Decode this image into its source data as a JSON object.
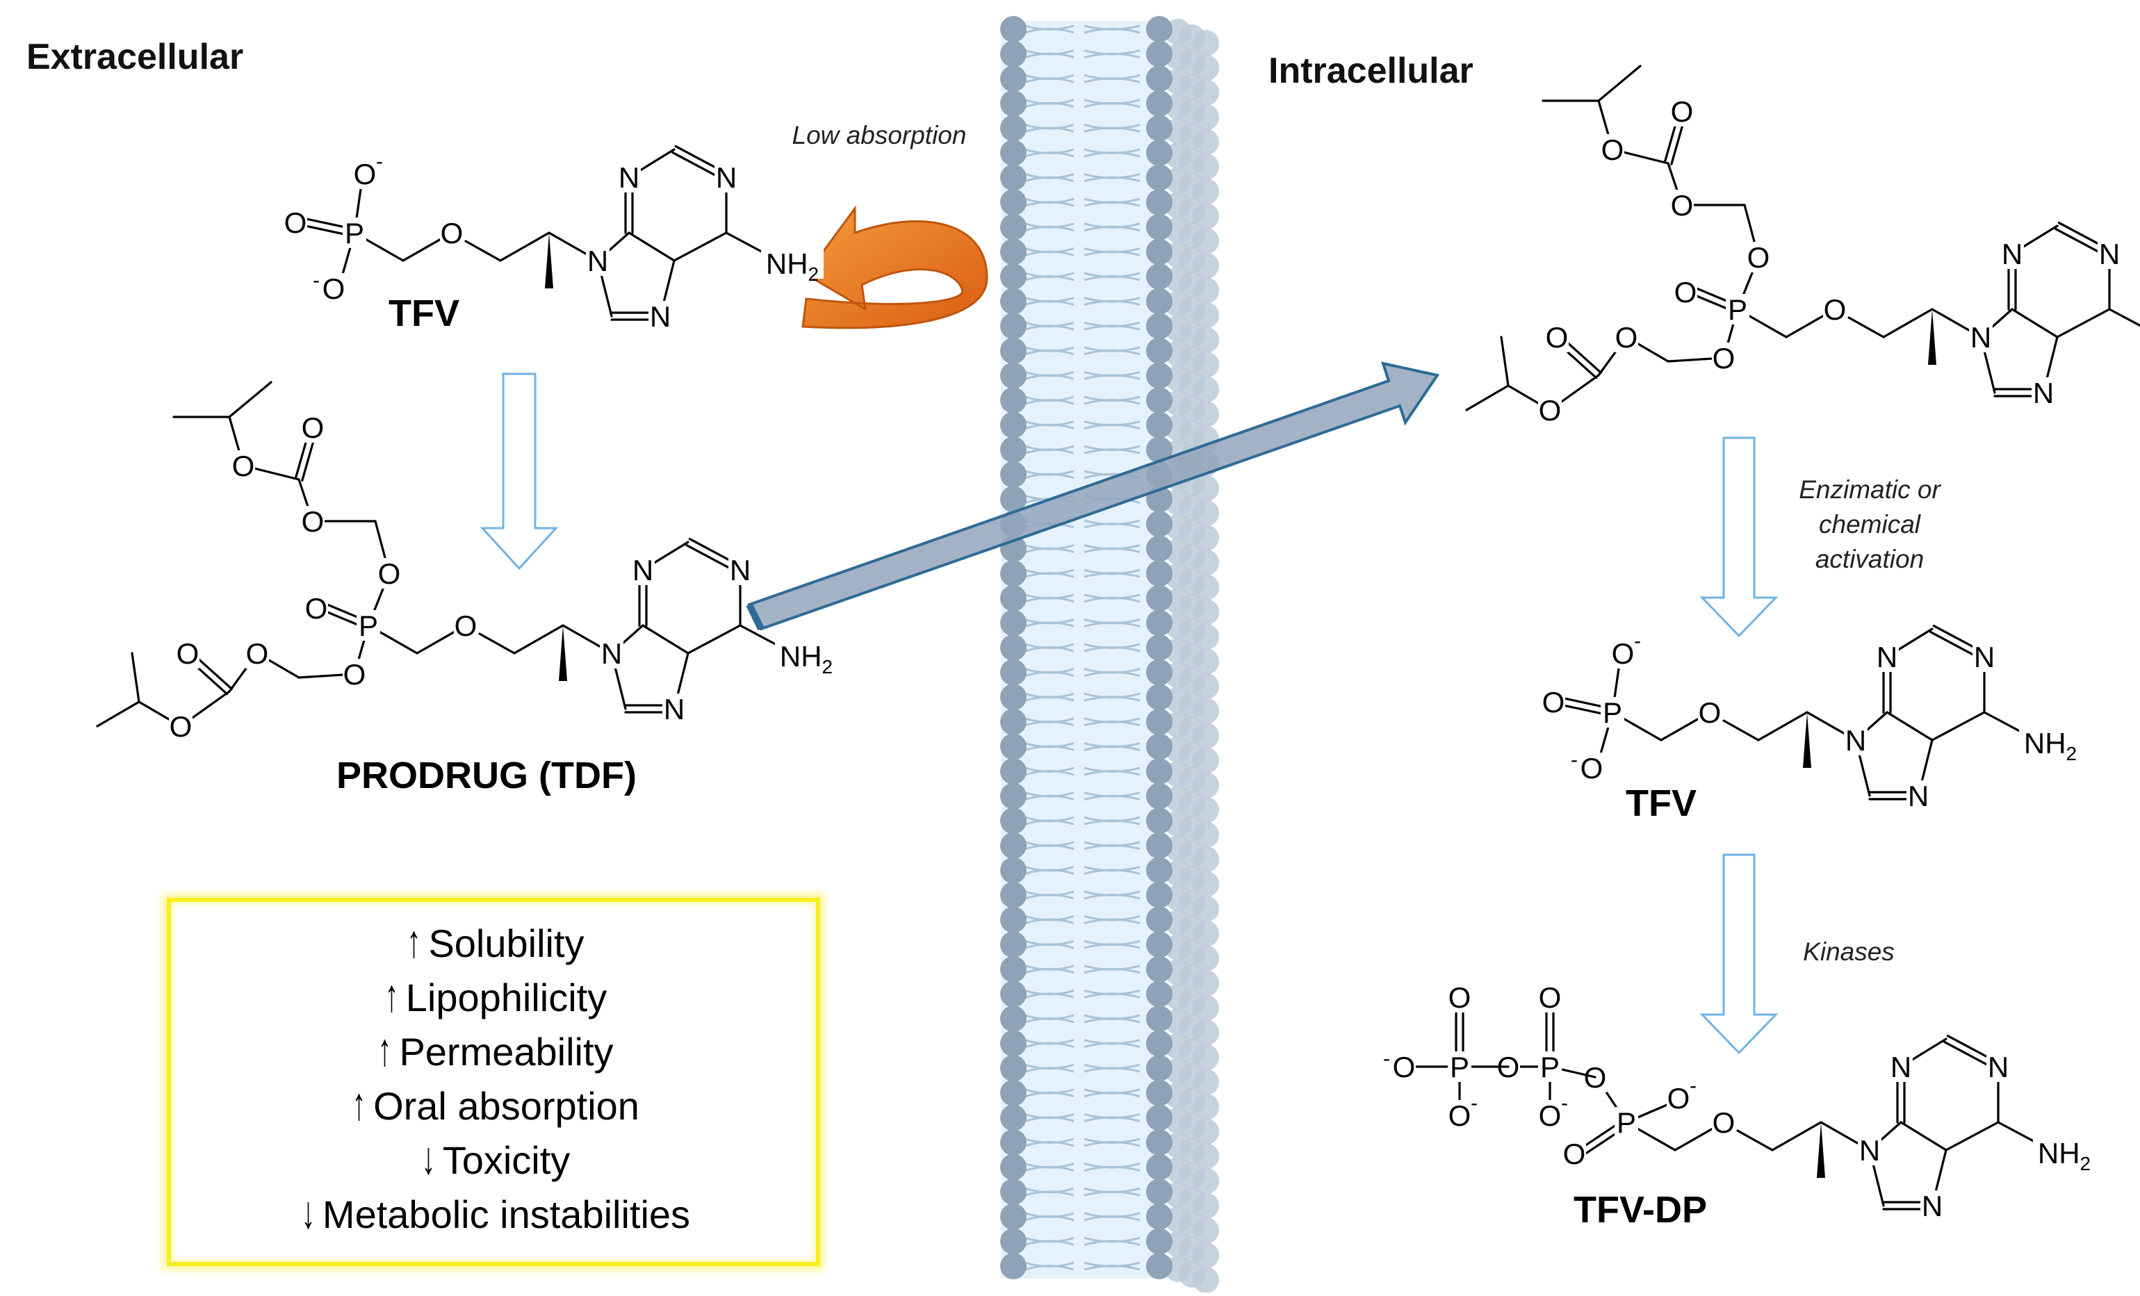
{
  "regions": {
    "extracellular": "Extracellular",
    "intracellular": "Intracellular"
  },
  "molecules": {
    "tfv_top": "TFV",
    "prodrug": "PRODRUG (TDF)",
    "tfv_intra": "TFV",
    "tfv_dp": "TFV-DP"
  },
  "annotations": {
    "low_absorption": "Low absorption",
    "activation": [
      "Enzimatic or",
      "chemical",
      "activation"
    ],
    "kinases": "Kinases"
  },
  "atoms": {
    "N": "N",
    "O": "O",
    "P": "P",
    "NH": "NH",
    "sub2": "2",
    "Ominus": "O",
    "minus": "-"
  },
  "benefits": [
    {
      "dir": "up",
      "arrow": "↑",
      "text": "Solubility"
    },
    {
      "dir": "up",
      "arrow": "↑",
      "text": "Lipophilicity"
    },
    {
      "dir": "up",
      "arrow": "↑",
      "text": "Permeability"
    },
    {
      "dir": "up",
      "arrow": "↑",
      "text": "Oral absorption"
    },
    {
      "dir": "down",
      "arrow": "↓",
      "text": "Toxicity"
    },
    {
      "dir": "down",
      "arrow": "↓",
      "text": "Metabolic instabilities"
    }
  ],
  "colors": {
    "membrane_head": "#8ea3b8",
    "membrane_head_back": "#bccad7",
    "membrane_fill": "#e6f2fb",
    "rejection_arrow": "#e8731f",
    "transport_arrow": "#93a5bb",
    "step_arrow": "#6fb3e3",
    "highlight_box": "#f7ef1e"
  }
}
